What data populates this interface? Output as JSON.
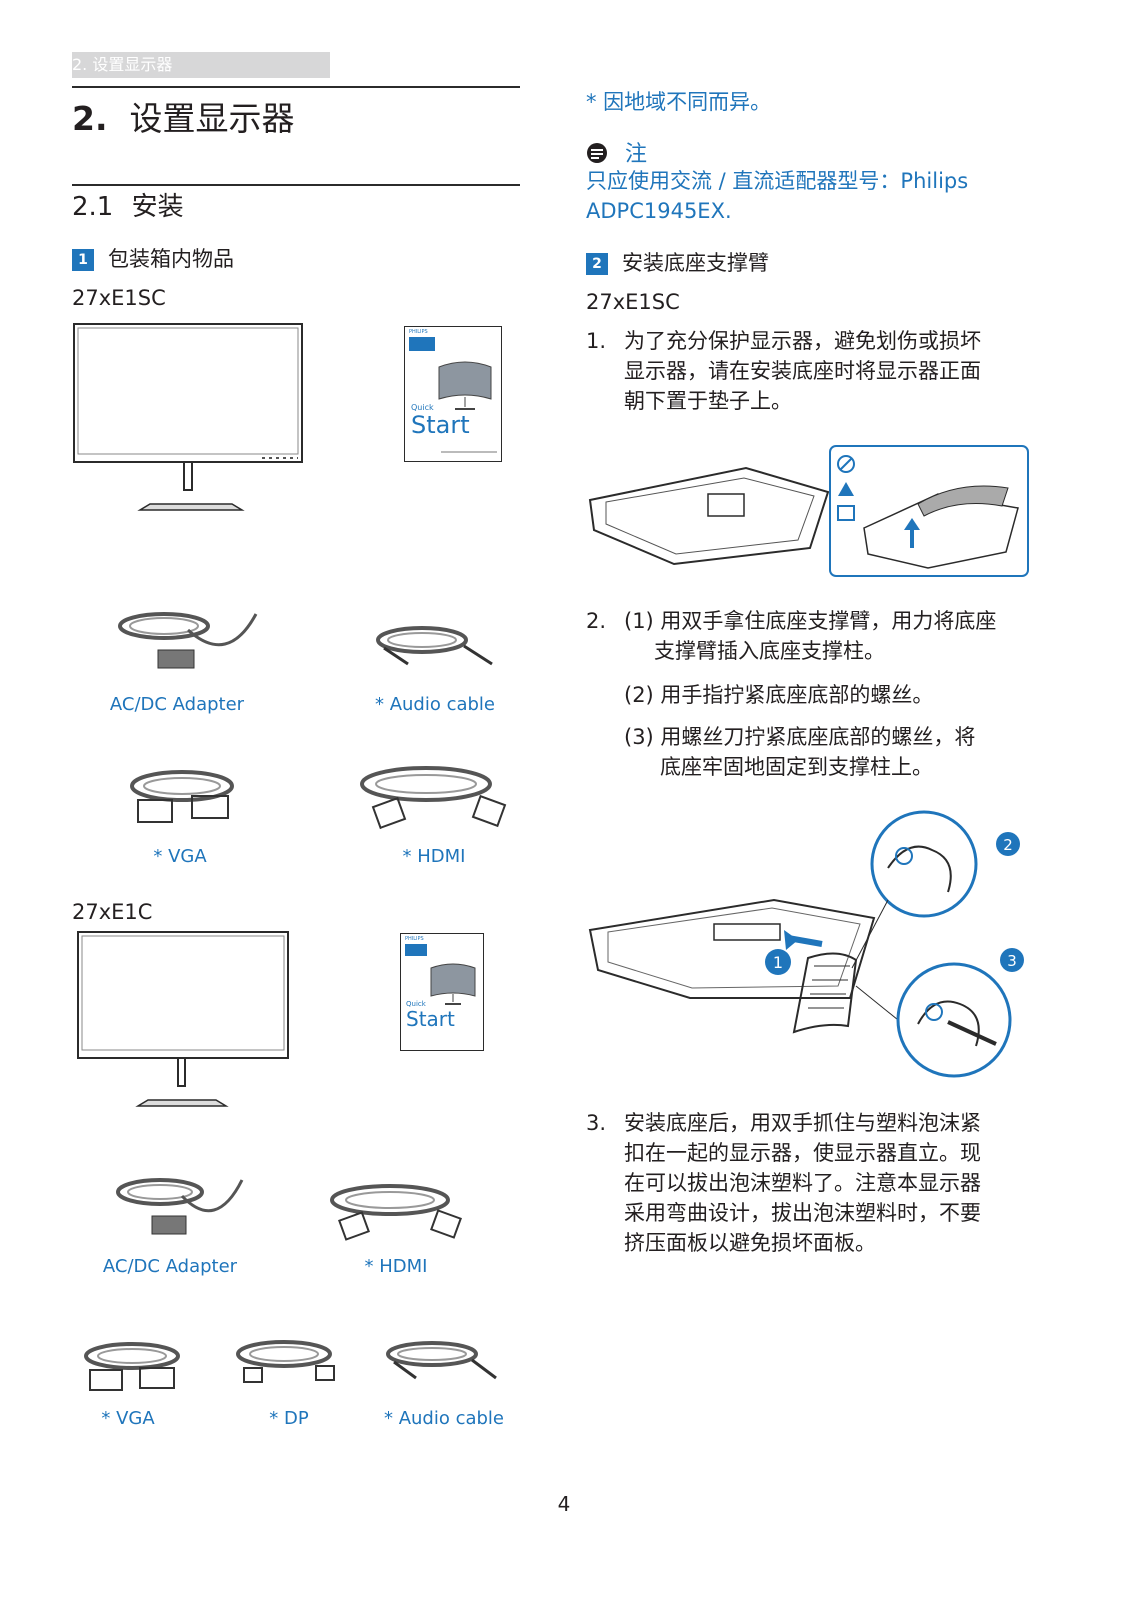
{
  "header": {
    "breadcrumb": "2. 设置显示器"
  },
  "chapter": {
    "number": "2.",
    "title": "设置显示器"
  },
  "section": {
    "number": "2.1",
    "title": "安装"
  },
  "sub1": {
    "number": "1",
    "title": "包装箱内物品"
  },
  "models": {
    "first": "27xE1SC",
    "second": "27xE1C"
  },
  "quickstart": {
    "brand": "PHILIPS",
    "quick": "Quick",
    "start": "Start"
  },
  "captions": {
    "ac_adapter": "AC/DC Adapter",
    "audio_cable": "* Audio cable",
    "vga": "* VGA",
    "hdmi": "* HDMI",
    "ac_adapter_2": "AC/DC Adapter",
    "hdmi_2": "* HDMI",
    "vga_2": "* VGA",
    "dp": "* DP",
    "audio_cable_2": "* Audio cable"
  },
  "right": {
    "region_note": "* 因地域不同而异。",
    "note_label": "注",
    "note_line1": "只应使用交流 / 直流适配器型号：Philips",
    "note_line2": "ADPC1945EX.",
    "sub2_number": "2",
    "sub2_title": "安装底座支撑臂",
    "model": "27xE1SC",
    "step1_num": "1.",
    "step1_lines": [
      "为了充分保护显示器，避免划伤或损坏",
      "显示器，请在安装底座时将显示器正面",
      "朝下置于垫子上。"
    ],
    "step2_num": "2.",
    "step2a_lines": [
      "(1) 用双手拿住底座支撑臂，用力将底座",
      "支撑臂插入底座支撑柱。"
    ],
    "step2b": "(2) 用手指拧紧底座底部的螺丝。",
    "step2c_lines": [
      "(3) 用螺丝刀拧紧底座底部的螺丝，将",
      "底座牢固地固定到支撑柱上。"
    ],
    "callouts": [
      "1",
      "2",
      "3"
    ],
    "step3_num": "3.",
    "step3_lines": [
      "安装底座后，用双手抓住与塑料泡沫紧",
      "扣在一起的显示器，使显示器直立。现",
      "在可以拔出泡沫塑料了。注意本显示器",
      "采用弯曲设计，拔出泡沫塑料时，不要",
      "挤压面板以避免损坏面板。"
    ]
  },
  "page_number": "4",
  "colors": {
    "accent": "#1f75bb",
    "header_bar": "#d7d7d8",
    "text": "#231f20"
  }
}
